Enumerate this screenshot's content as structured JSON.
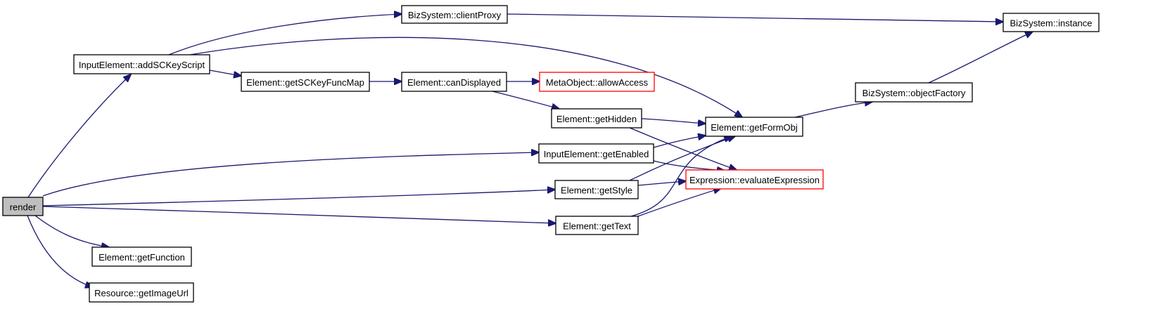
{
  "graph": {
    "nodes": [
      {
        "id": "render",
        "label": "render",
        "style": "root"
      },
      {
        "id": "add_sc_key_script",
        "label": "InputElement::addSCKeyScript",
        "style": "normal"
      },
      {
        "id": "client_proxy",
        "label": "BizSystem::clientProxy",
        "style": "normal"
      },
      {
        "id": "instance",
        "label": "BizSystem::instance",
        "style": "normal"
      },
      {
        "id": "get_sc_key_func_map",
        "label": "Element::getSCKeyFuncMap",
        "style": "normal"
      },
      {
        "id": "can_displayed",
        "label": "Element::canDisplayed",
        "style": "normal"
      },
      {
        "id": "allow_access",
        "label": "MetaObject::allowAccess",
        "style": "external"
      },
      {
        "id": "get_hidden",
        "label": "Element::getHidden",
        "style": "normal"
      },
      {
        "id": "get_form_obj",
        "label": "Element::getFormObj",
        "style": "normal"
      },
      {
        "id": "object_factory",
        "label": "BizSystem::objectFactory",
        "style": "normal"
      },
      {
        "id": "get_enabled",
        "label": "InputElement::getEnabled",
        "style": "normal"
      },
      {
        "id": "evaluate_expression",
        "label": "Expression::evaluateExpression",
        "style": "external"
      },
      {
        "id": "get_style",
        "label": "Element::getStyle",
        "style": "normal"
      },
      {
        "id": "get_text",
        "label": "Element::getText",
        "style": "normal"
      },
      {
        "id": "get_function",
        "label": "Element::getFunction",
        "style": "normal"
      },
      {
        "id": "get_image_url",
        "label": "Resource::getImageUrl",
        "style": "normal"
      }
    ],
    "edges": [
      {
        "from": "render",
        "to": "add_sc_key_script"
      },
      {
        "from": "render",
        "to": "get_enabled"
      },
      {
        "from": "render",
        "to": "get_style"
      },
      {
        "from": "render",
        "to": "get_text"
      },
      {
        "from": "render",
        "to": "get_function"
      },
      {
        "from": "render",
        "to": "get_image_url"
      },
      {
        "from": "add_sc_key_script",
        "to": "client_proxy"
      },
      {
        "from": "add_sc_key_script",
        "to": "get_form_obj"
      },
      {
        "from": "add_sc_key_script",
        "to": "get_sc_key_func_map"
      },
      {
        "from": "client_proxy",
        "to": "instance"
      },
      {
        "from": "get_sc_key_func_map",
        "to": "can_displayed"
      },
      {
        "from": "can_displayed",
        "to": "allow_access"
      },
      {
        "from": "can_displayed",
        "to": "get_hidden"
      },
      {
        "from": "get_hidden",
        "to": "get_form_obj"
      },
      {
        "from": "get_hidden",
        "to": "evaluate_expression"
      },
      {
        "from": "get_form_obj",
        "to": "object_factory"
      },
      {
        "from": "object_factory",
        "to": "instance"
      },
      {
        "from": "get_enabled",
        "to": "get_form_obj"
      },
      {
        "from": "get_enabled",
        "to": "evaluate_expression"
      },
      {
        "from": "get_style",
        "to": "get_form_obj"
      },
      {
        "from": "get_style",
        "to": "evaluate_expression"
      },
      {
        "from": "get_text",
        "to": "get_form_obj"
      },
      {
        "from": "get_text",
        "to": "evaluate_expression"
      }
    ]
  }
}
